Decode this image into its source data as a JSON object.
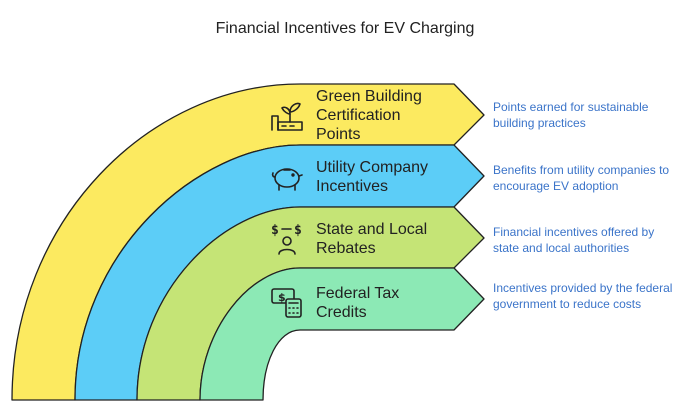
{
  "title": "Financial Incentives for EV Charging",
  "bands": [
    {
      "label_lines": [
        "Green Building",
        "Certification",
        "Points"
      ],
      "description": "Points earned for sustainable building practices",
      "color": "#fcea60",
      "icon": "factory-plant-icon"
    },
    {
      "label_lines": [
        "Utility Company",
        "Incentives"
      ],
      "description": "Benefits from utility companies to encourage EV adoption",
      "color": "#5ccdf7",
      "icon": "piggy-bank-icon"
    },
    {
      "label_lines": [
        "State and Local",
        "Rebates"
      ],
      "description": "Financial incentives offered by state and local authorities",
      "color": "#c5e476",
      "icon": "money-exchange-person-icon"
    },
    {
      "label_lines": [
        "Federal Tax",
        "Credits"
      ],
      "description": "Incentives provided by the federal government to reduce costs",
      "color": "#8ce9b5",
      "icon": "calculator-money-icon"
    }
  ]
}
